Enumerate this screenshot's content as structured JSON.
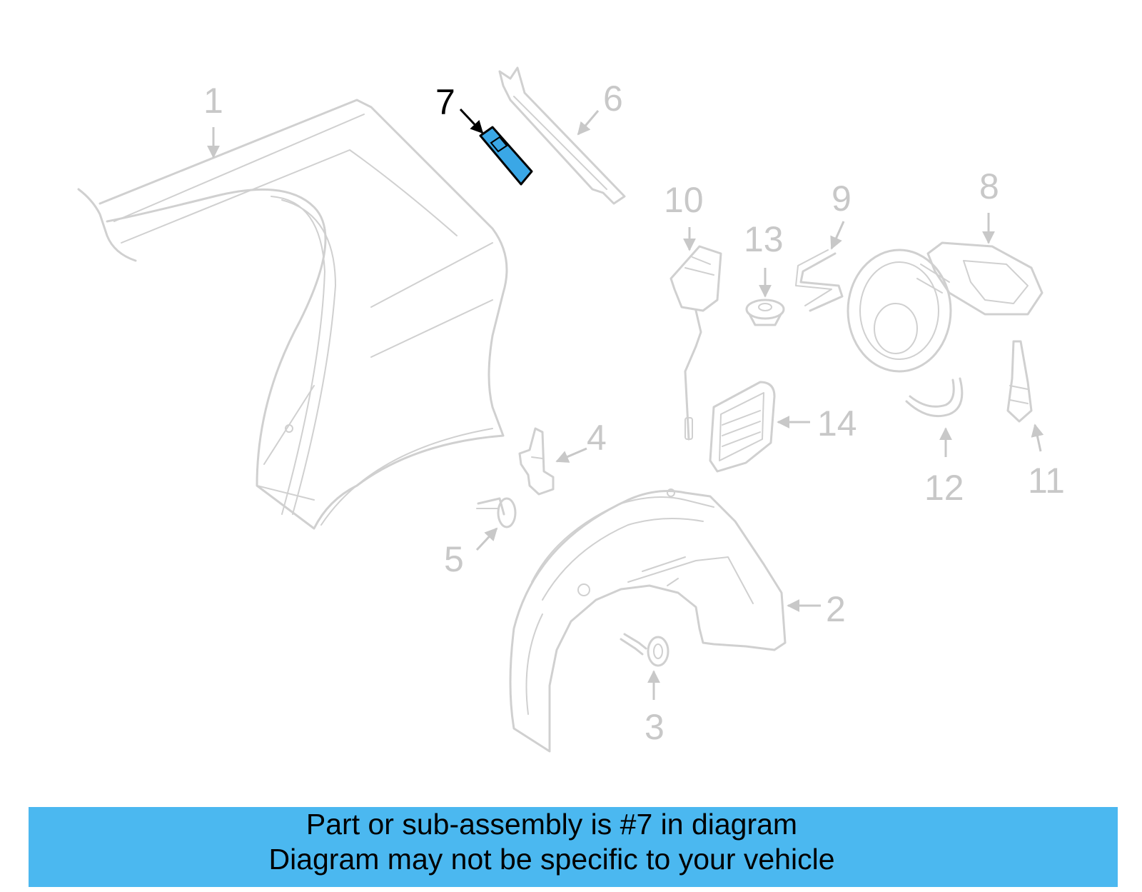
{
  "colors": {
    "banner_bg": "#4bb8f0",
    "highlight_fill": "#3aa7e6",
    "part_stroke": "#d0d0d0"
  },
  "callouts": {
    "c1": "1",
    "c2": "2",
    "c3": "3",
    "c4": "4",
    "c5": "5",
    "c6": "6",
    "c7": "7",
    "c8": "8",
    "c9": "9",
    "c10": "10",
    "c11": "11",
    "c12": "12",
    "c13": "13",
    "c14": "14"
  },
  "banner": {
    "line1": "Part or sub-assembly is #7 in diagram",
    "line2": "Diagram may not be specific to your vehicle"
  }
}
